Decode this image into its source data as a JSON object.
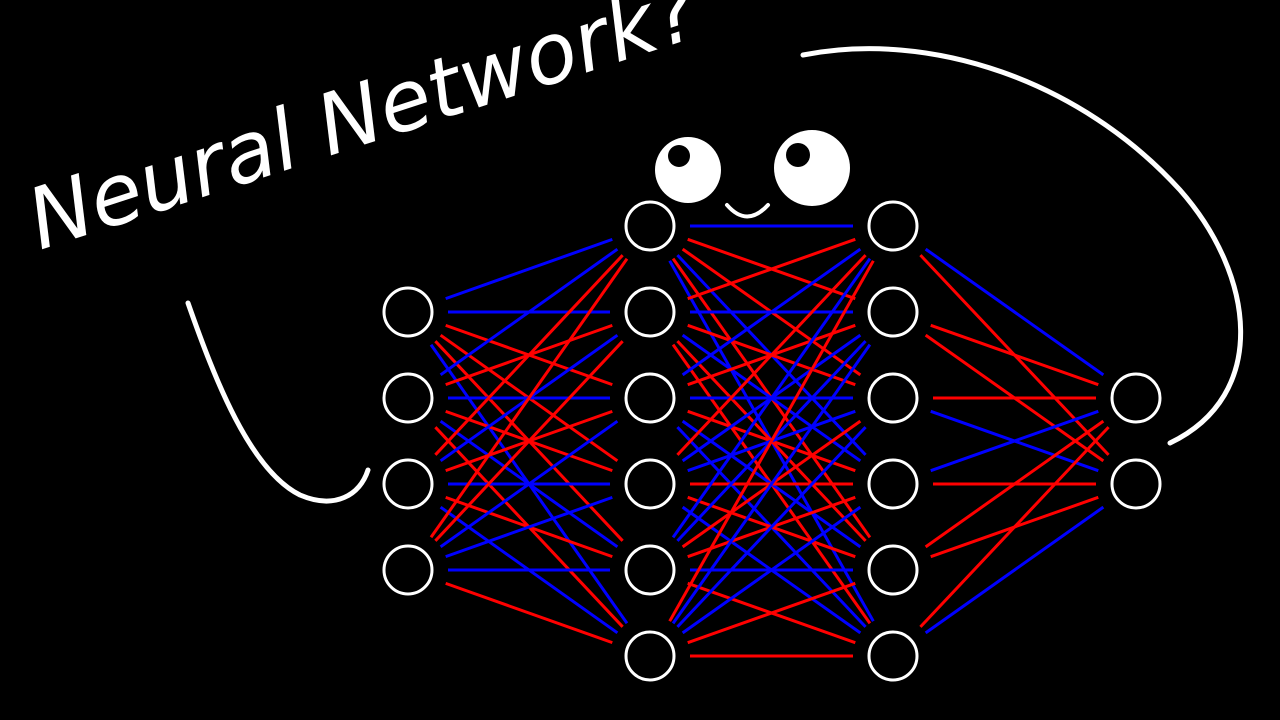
{
  "title": "Neural Network?",
  "colors": {
    "background": "#000000",
    "node_stroke": "#ffffff",
    "positive_weight": "#0000ff",
    "negative_weight": "#ff0000",
    "doodle": "#ffffff"
  },
  "network": {
    "layer_sizes": [
      4,
      6,
      6,
      2
    ],
    "edge_colors": [
      [
        [
          "b",
          "b",
          "r",
          "r",
          "r",
          "b"
        ],
        [
          "b",
          "r",
          "b",
          "r",
          "b",
          "r"
        ],
        [
          "r",
          "b",
          "r",
          "b",
          "r",
          "b"
        ],
        [
          "r",
          "r",
          "b",
          "b",
          "b",
          "r"
        ]
      ],
      [
        [
          "b",
          "r",
          "r",
          "b",
          "r",
          "b"
        ],
        [
          "r",
          "b",
          "r",
          "b",
          "r",
          "r"
        ],
        [
          "b",
          "r",
          "b",
          "r",
          "b",
          "b"
        ],
        [
          "r",
          "b",
          "b",
          "r",
          "r",
          "b"
        ],
        [
          "b",
          "b",
          "r",
          "r",
          "b",
          "r"
        ],
        [
          "r",
          "b",
          "b",
          "b",
          "r",
          "r"
        ]
      ],
      [
        [
          "b",
          "r"
        ],
        [
          "r",
          "r"
        ],
        [
          "r",
          "b"
        ],
        [
          "b",
          "r"
        ],
        [
          "r",
          "r"
        ],
        [
          "r",
          "b"
        ]
      ]
    ]
  },
  "mascot": {
    "icon": "googly-eyes-smile-icon"
  }
}
